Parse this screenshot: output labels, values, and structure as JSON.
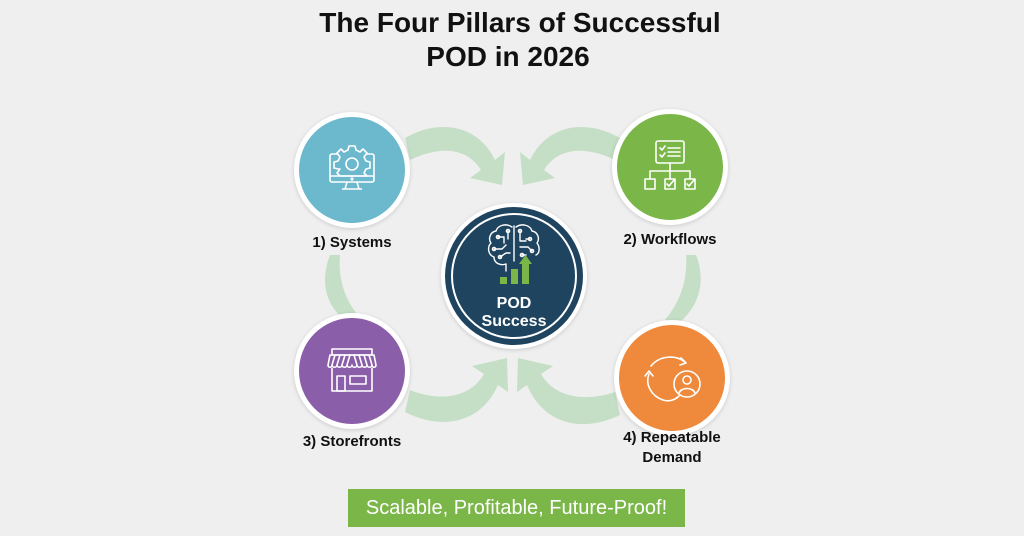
{
  "title": {
    "line1": "The Four Pillars of Successful",
    "line2": "POD in 2026"
  },
  "center": {
    "line1": "POD",
    "line2": "Success",
    "icon": "brain-circuit-growth-chart-icon",
    "color": "#1f4460"
  },
  "pillars": [
    {
      "label": "1) Systems",
      "icon": "monitor-gear-icon",
      "color": "#6cb8cc"
    },
    {
      "label": "2) Workflows",
      "icon": "workflow-checklist-icon",
      "color": "#7ab648"
    },
    {
      "label": "3) Storefronts",
      "label_line": "3) Storefronts",
      "icon": "storefront-icon",
      "color": "#8a5ea8"
    },
    {
      "label_line1": "4) Repeatable",
      "label_line2": "Demand",
      "icon": "repeat-customer-icon",
      "color": "#ef8a3c"
    }
  ],
  "arrow_color": "#c4dfc6",
  "banner": {
    "text": "Scalable, Profitable, Future-Proof!",
    "color": "#7ab648"
  }
}
